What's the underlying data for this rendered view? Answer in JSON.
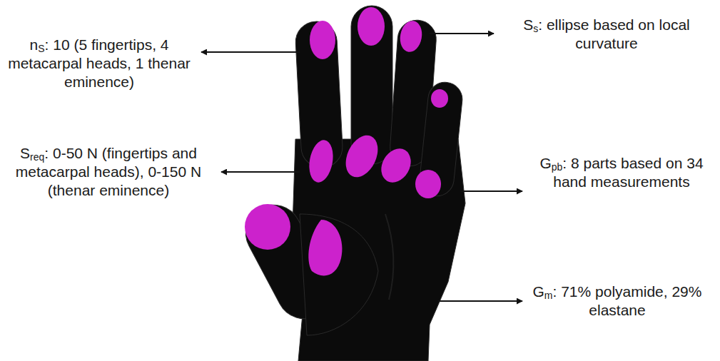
{
  "diagram": {
    "labels": [
      "nS: 10 (5 fingertips, 4 metacarpal heads, 1 thenar eminence)",
      "Ss: ellipse based on local curvature",
      "Sreq: 0-50 N (fingertips and metacarpal heads), 0-150 N (thenar eminence)",
      "Gpb: 8 parts based on 34 hand measurements",
      "Gm: 71% polyamide, 29% elastane"
    ]
  }
}
